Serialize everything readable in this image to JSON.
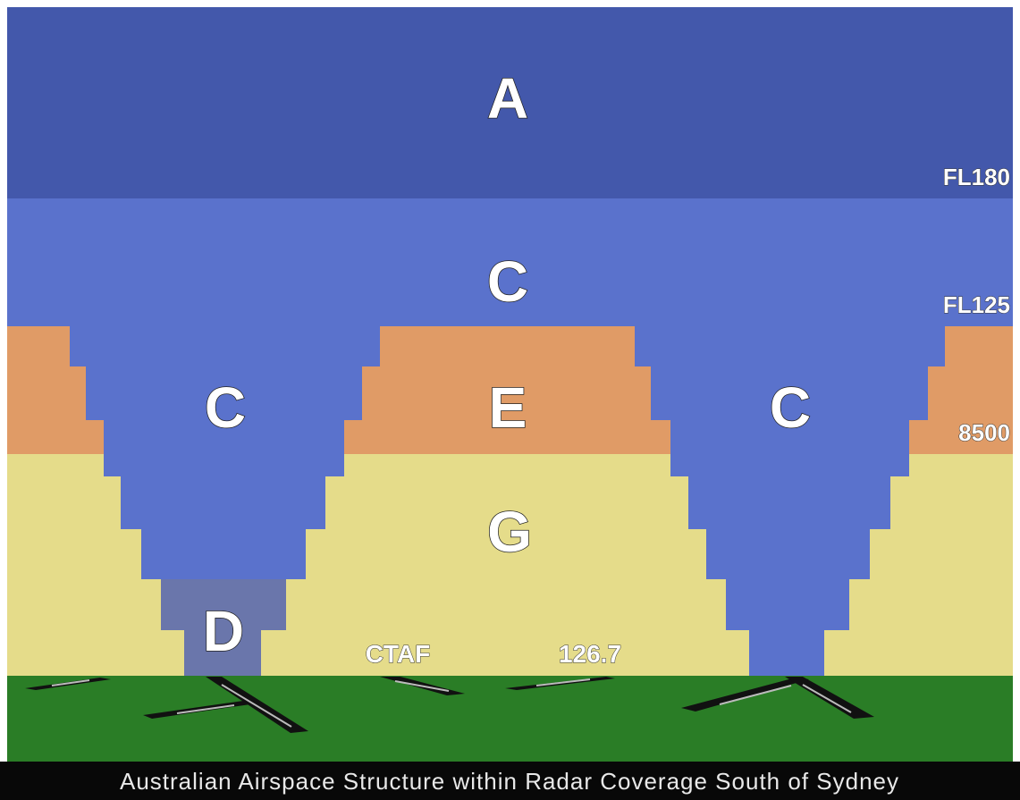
{
  "diagram": {
    "class_a_label": "A",
    "class_c_upper_label": "C",
    "class_c_left_label": "C",
    "class_c_right_label": "C",
    "class_e_label": "E",
    "class_g_label": "G",
    "class_d_label": "D",
    "level_fl180": "FL180",
    "level_fl125": "FL125",
    "level_8500": "8500",
    "ctaf_label": "CTAF",
    "ctaf_freq": "126.7",
    "caption": "Australian Airspace Structure within Radar Coverage South of Sydney"
  },
  "colors": {
    "class_a": "#4358ab",
    "class_c": "#5a72cc",
    "class_e": "#e09b66",
    "class_g": "#e5dc8a",
    "class_d": "#6a76ab",
    "ground": "#2a7d26",
    "caption_bar": "#080808"
  }
}
